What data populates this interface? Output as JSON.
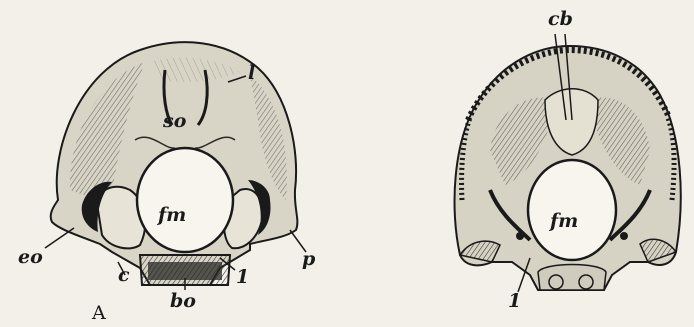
{
  "figure": {
    "panel_label": "A",
    "left_bone": {
      "labels": {
        "l": "l",
        "so": "so",
        "eo": "eo",
        "fm": "fm",
        "p": "p",
        "c": "c",
        "one": "1",
        "bo": "bo"
      }
    },
    "right_bone": {
      "labels": {
        "cb": "cb",
        "fm": "fm",
        "one": "1"
      }
    },
    "colors": {
      "background": "#f2f0e8",
      "ink": "#1a1a1a",
      "bone": "#d9d5c8",
      "shade": "#6b675e"
    }
  }
}
